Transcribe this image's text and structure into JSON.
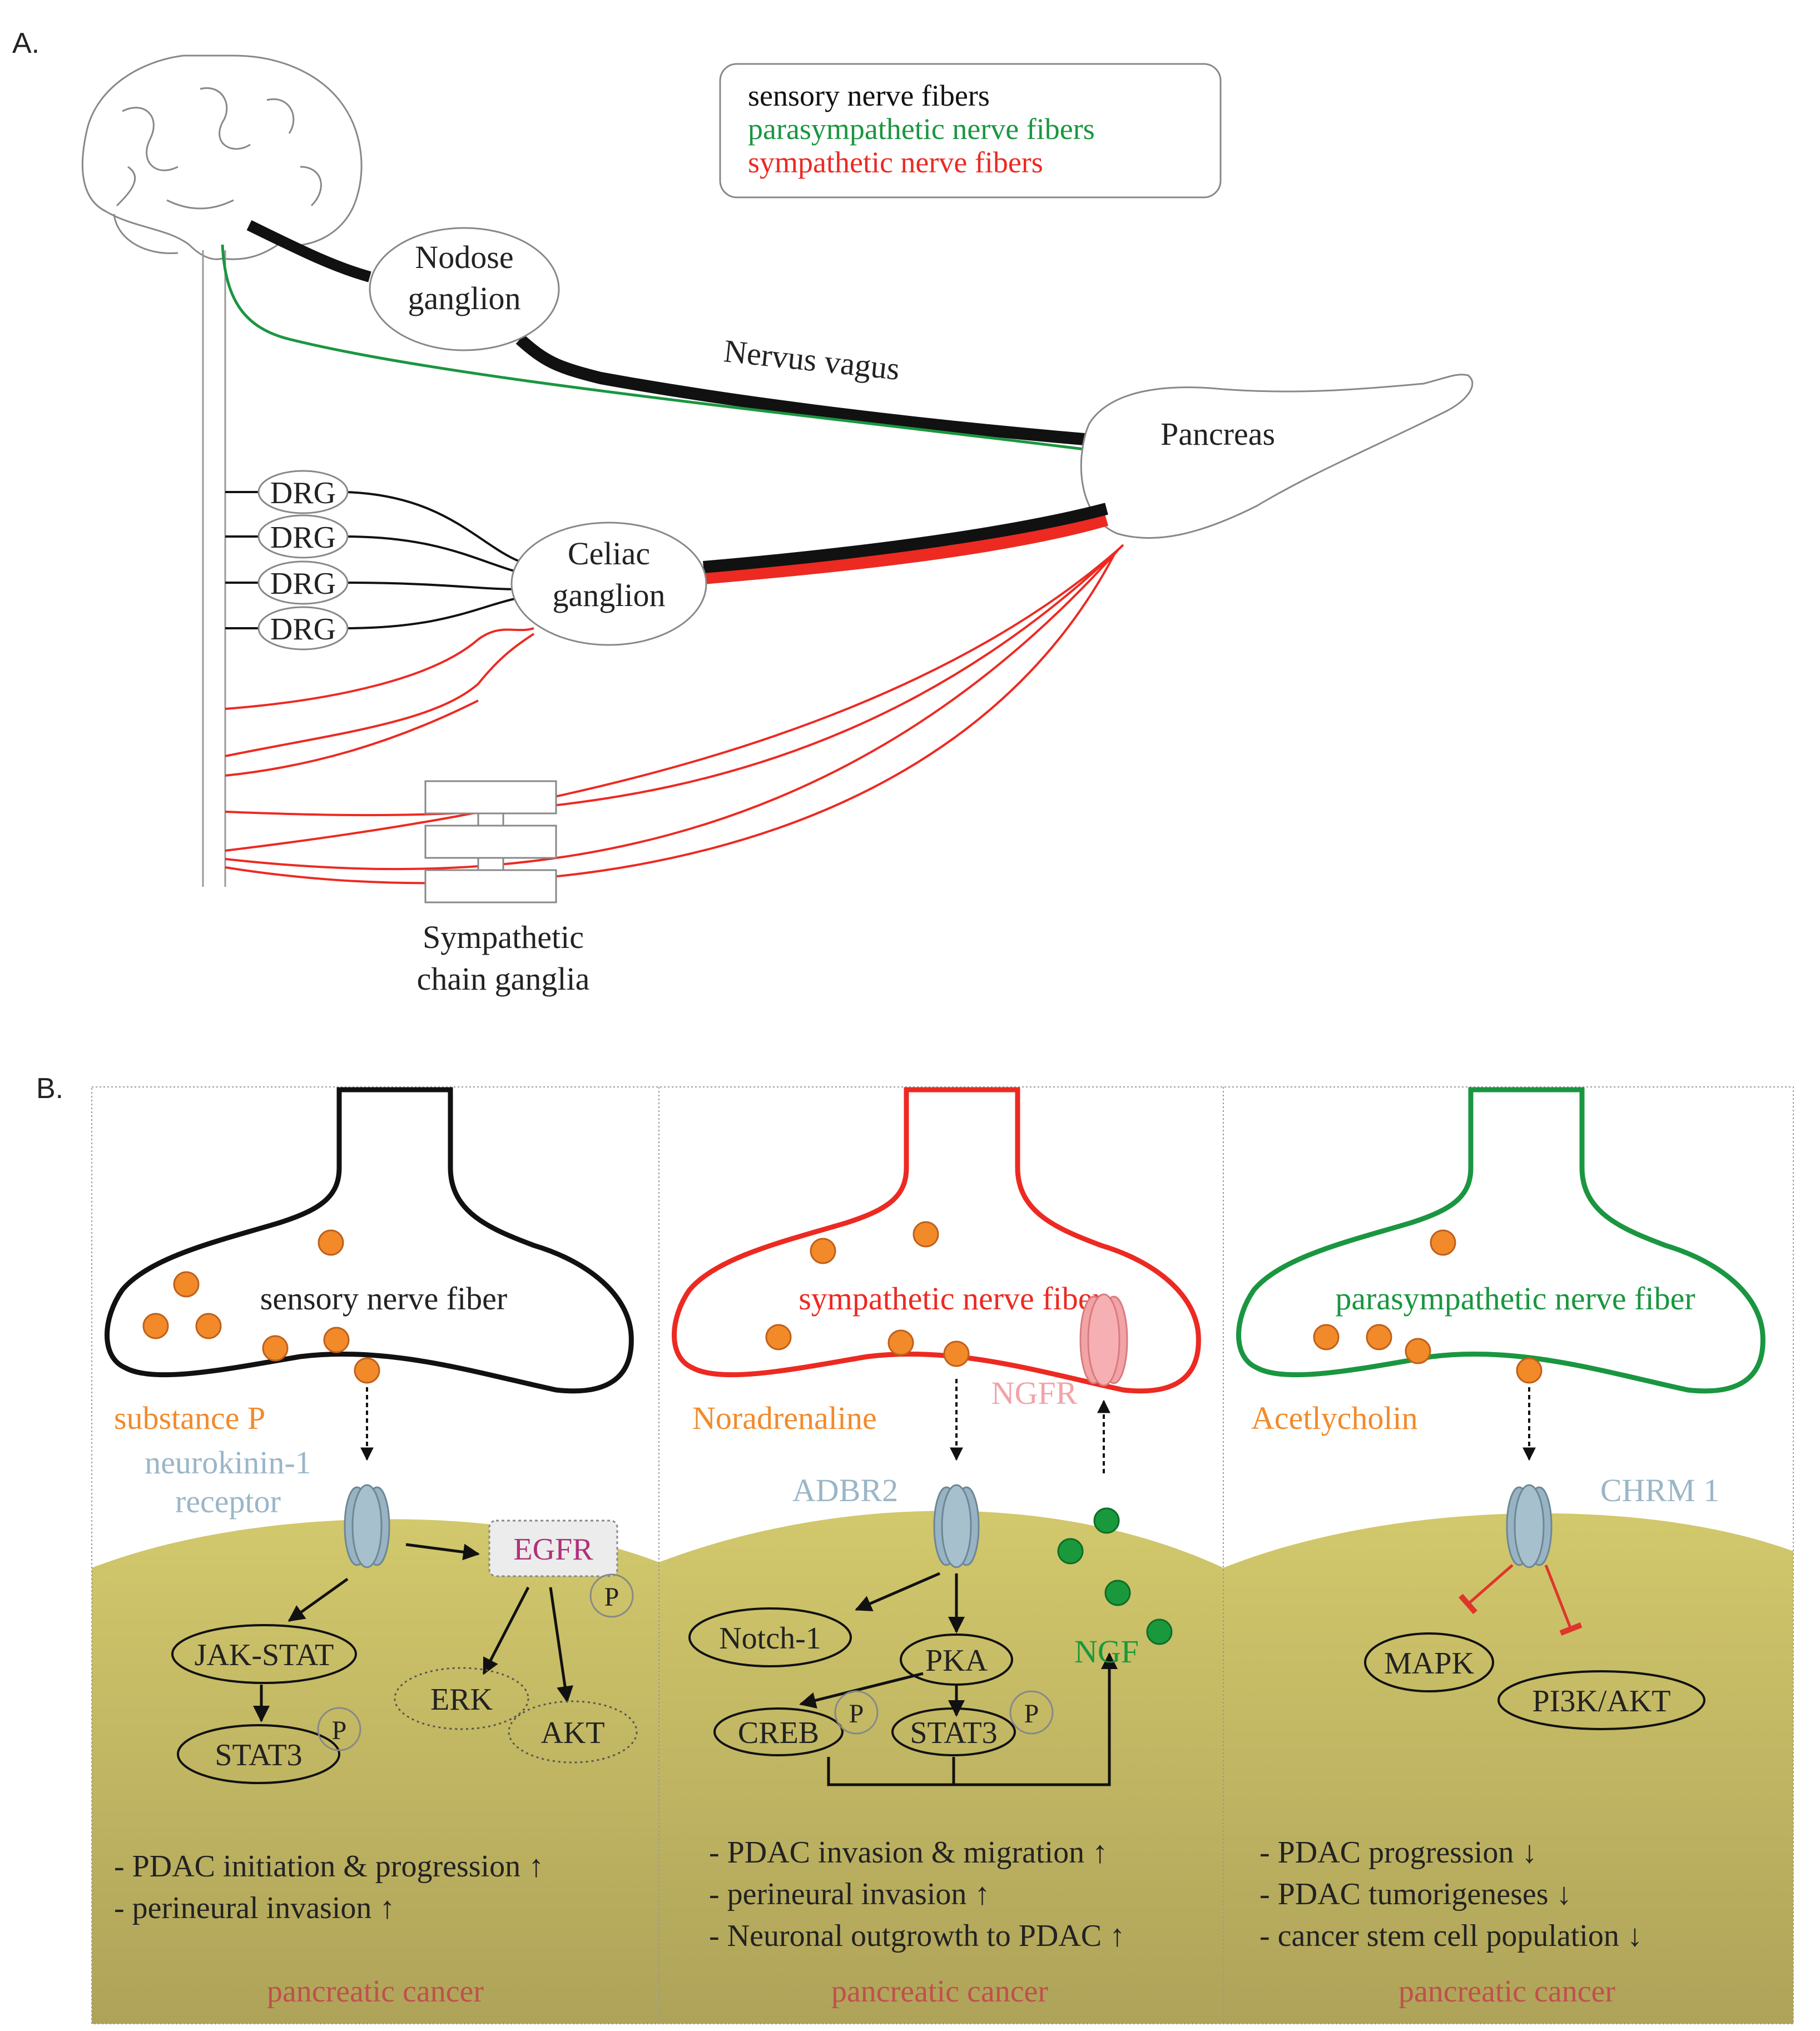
{
  "panel_a": {
    "label": "A.",
    "legend": {
      "sensory": "sensory nerve fibers",
      "parasympathetic": "parasympathetic nerve fibers",
      "sympathetic": "sympathetic nerve fibers"
    },
    "nodose": [
      "Nodose",
      "ganglion"
    ],
    "vagus": "Nervus vagus",
    "pancreas": "Pancreas",
    "drg": [
      "DRG",
      "DRG",
      "DRG",
      "DRG"
    ],
    "celiac": [
      "Celiac",
      "ganglion"
    ],
    "chain": [
      "Sympathetic",
      "chain ganglia"
    ]
  },
  "panel_b": {
    "label": "B.",
    "sensory": {
      "fiber": "sensory nerve fiber",
      "transmitter": "substance P",
      "receptor": [
        "neurokinin-1",
        "receptor"
      ],
      "egfr": "EGFR",
      "jak": "JAK-STAT",
      "stat3": "STAT3",
      "erk": "ERK",
      "akt": "AKT",
      "p": "P",
      "effects": [
        "- PDAC initiation & progression ↑",
        "- perineural invasion ↑"
      ],
      "footer": "pancreatic cancer"
    },
    "sympathetic": {
      "fiber": "sympathetic nerve fiber",
      "transmitter": "Noradrenaline",
      "ngfr": "NGFR",
      "receptor": "ADBR2",
      "notch": "Notch-1",
      "pka": "PKA",
      "creb": "CREB",
      "stat3": "STAT3",
      "ngf": "NGF",
      "p": "P",
      "effects": [
        "- PDAC invasion & migration ↑",
        "- perineural invasion ↑",
        "- Neuronal outgrowth to PDAC ↑"
      ],
      "footer": "pancreatic cancer"
    },
    "parasympathetic": {
      "fiber": "parasympathetic nerve fiber",
      "transmitter": "Acetlycholin",
      "receptor": "CHRM 1",
      "mapk": "MAPK",
      "pi3k": "PI3K/AKT",
      "effects": [
        "- PDAC progression ↓",
        "- PDAC tumorigeneses ↓",
        "- cancer stem cell population ↓"
      ],
      "footer": "pancreatic cancer"
    }
  },
  "colors": {
    "sensory": "#111111",
    "parasympathetic": "#1a9640",
    "sympathetic": "#ec2a22",
    "vesicle": "#f28a2a",
    "receptor": "#98b4c4",
    "ngfr": "#f2a3a6",
    "egfr_text": "#b0307a",
    "ngf": "#19993c",
    "tissue": "#c8bd63",
    "footer": "#c0504d",
    "receptor_text": "#9ab6c8"
  }
}
